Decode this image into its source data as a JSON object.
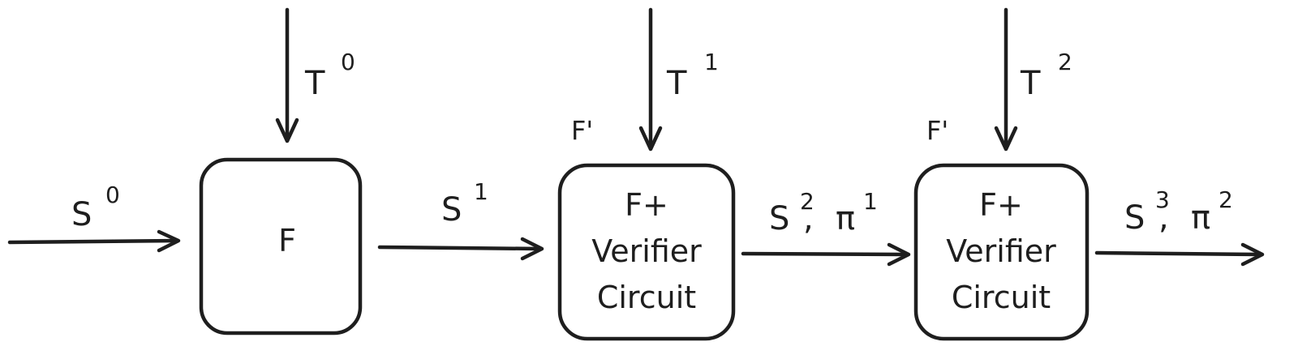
{
  "colors": {
    "ink": "#1e1e1e",
    "background": "#ffffff"
  },
  "boxes": [
    {
      "lines": [
        "F"
      ]
    },
    {
      "lines": [
        "F+",
        "Verifier",
        "Circuit"
      ]
    },
    {
      "lines": [
        "F+",
        "Verifier",
        "Circuit"
      ]
    }
  ],
  "box_marks": [
    "F'",
    "F'"
  ],
  "inputs_top": [
    {
      "symbol": "T",
      "sup": "0"
    },
    {
      "symbol": "T",
      "sup": "1"
    },
    {
      "symbol": "T",
      "sup": "2"
    }
  ],
  "edges": [
    {
      "parts": [
        {
          "symbol": "S",
          "sup": "0"
        }
      ]
    },
    {
      "parts": [
        {
          "symbol": "S",
          "sup": "1"
        }
      ]
    },
    {
      "parts": [
        {
          "symbol": "S",
          "sup": "2"
        },
        {
          "symbol": ",",
          "sup": ""
        },
        {
          "symbol": "π",
          "sup": "1"
        }
      ]
    },
    {
      "parts": [
        {
          "symbol": "S",
          "sup": "3"
        },
        {
          "symbol": ",",
          "sup": ""
        },
        {
          "symbol": "π",
          "sup": "2"
        }
      ]
    }
  ]
}
